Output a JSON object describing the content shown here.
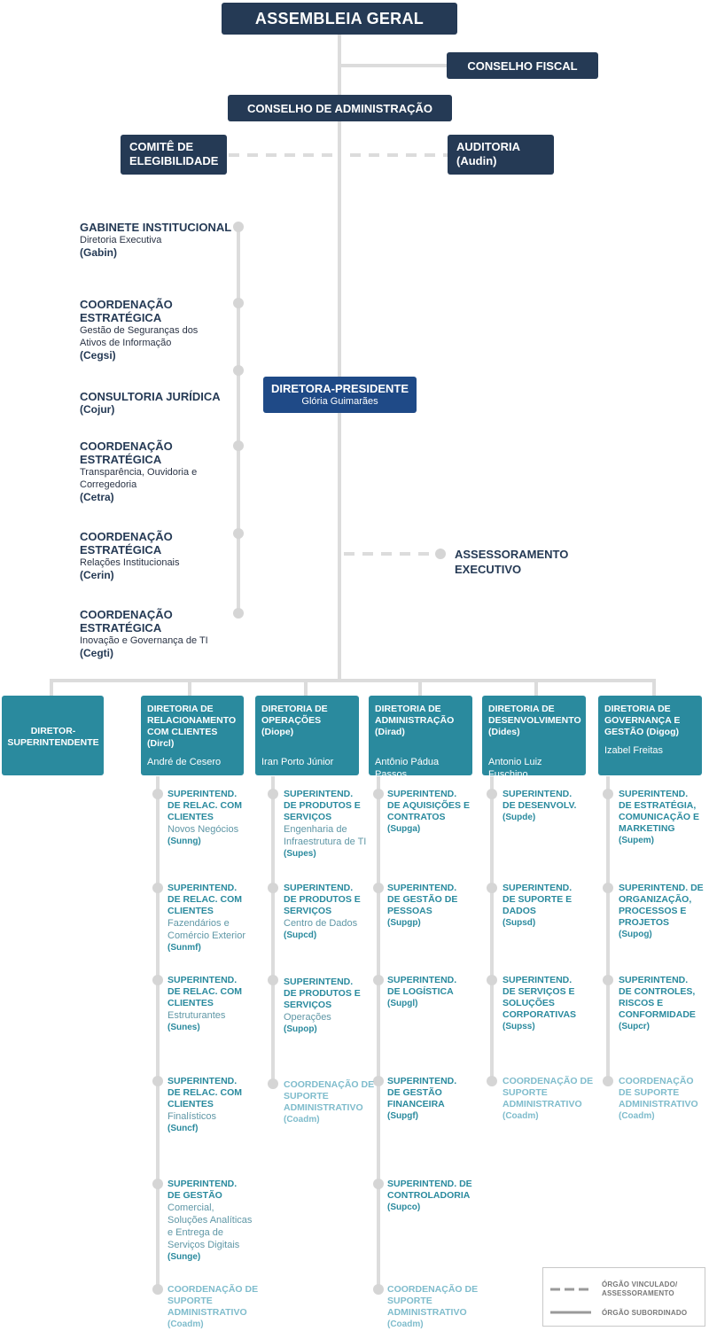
{
  "top": {
    "assembleia": "ASSEMBLEIA GERAL",
    "conselho_fiscal": "CONSELHO FISCAL",
    "conselho_adm": "CONSELHO DE ADMINISTRAÇÃO",
    "comite": "COMITÊ DE ELEGIBILIDADE",
    "auditoria": "AUDITORIA (Audin)"
  },
  "president": {
    "title": "DIRETORA-PRESIDENTE",
    "name": "Glória Guimarães"
  },
  "side_units": [
    {
      "title": "GABINETE INSTITUCIONAL",
      "subtitle": "Diretoria Executiva",
      "acronym": "(Gabin)"
    },
    {
      "title": "COORDENAÇÃO ESTRATÉGICA",
      "subtitle": "Gestão de Seguranças dos Ativos de Informação",
      "acronym": "(Cegsi)"
    },
    {
      "title": "CONSULTORIA JURÍDICA",
      "subtitle": "",
      "acronym": "(Cojur)"
    },
    {
      "title": "COORDENAÇÃO ESTRATÉGICA",
      "subtitle": "Transparência, Ouvidoria e Corregedoria",
      "acronym": "(Cetra)"
    },
    {
      "title": "COORDENAÇÃO ESTRATÉGICA",
      "subtitle": "Relações Institucionais",
      "acronym": "(Cerin)"
    },
    {
      "title": "COORDENAÇÃO ESTRATÉGICA",
      "subtitle": "Inovação e Governança de TI",
      "acronym": "(Cegti)"
    }
  ],
  "assessoramento": "ASSESSORAMENTO EXECUTIVO",
  "diretor_superintendente": "DIRETOR-SUPERINTENDENTE",
  "directorates": [
    {
      "title": "DIRETORIA DE RELACIONAMENTO COM CLIENTES (Dircl)",
      "person": "André de Cesero",
      "units": [
        {
          "title": "SUPERINTEND. DE RELAC. COM CLIENTES",
          "subtitle": "Novos Negócios",
          "acronym": "(Sunng)"
        },
        {
          "title": "SUPERINTEND. DE RELAC. COM CLIENTES",
          "subtitle": "Fazendários e Comércio Exterior",
          "acronym": "(Sunmf)"
        },
        {
          "title": "SUPERINTEND. DE RELAC. COM CLIENTES",
          "subtitle": "Estruturantes",
          "acronym": "(Sunes)"
        },
        {
          "title": "SUPERINTEND. DE RELAC. COM CLIENTES",
          "subtitle": "Finalísticos",
          "acronym": "(Suncf)"
        },
        {
          "title": "SUPERINTEND. DE GESTÃO",
          "subtitle": "Comercial, Soluções Analíticas e Entrega de Serviços Digitais",
          "acronym": "(Sunge)"
        },
        {
          "title": "COORDENAÇÃO DE SUPORTE ADMINISTRATIVO",
          "subtitle": "",
          "acronym": "(Coadm)",
          "light": true
        }
      ]
    },
    {
      "title": "DIRETORIA DE OPERAÇÕES (Diope)",
      "person": "Iran Porto Júnior",
      "units": [
        {
          "title": "SUPERINTEND. DE PRODUTOS E SERVIÇOS",
          "subtitle": "Engenharia de Infraestrutura de TI",
          "acronym": "(Supes)"
        },
        {
          "title": "SUPERINTEND. DE PRODUTOS E SERVIÇOS",
          "subtitle": "Centro de Dados",
          "acronym": "(Supcd)"
        },
        {
          "title": "SUPERINTEND. DE PRODUTOS E SERVIÇOS",
          "subtitle": "Operações",
          "acronym": "(Supop)"
        },
        {
          "title": "COORDENAÇÃO DE SUPORTE ADMINISTRATIVO",
          "subtitle": "",
          "acronym": "(Coadm)",
          "light": true
        }
      ]
    },
    {
      "title": "DIRETORIA DE ADMINISTRAÇÃO (Dirad)",
      "person": "Antônio Pádua Passos",
      "units": [
        {
          "title": "SUPERINTEND. DE AQUISIÇÕES E CONTRATOS",
          "subtitle": "",
          "acronym": "(Supga)"
        },
        {
          "title": "SUPERINTEND. DE GESTÃO DE PESSOAS",
          "subtitle": "",
          "acronym": "(Supgp)"
        },
        {
          "title": "SUPERINTEND. DE LOGÍSTICA",
          "subtitle": "",
          "acronym": "(Supgl)"
        },
        {
          "title": "SUPERINTEND. DE GESTÃO FINANCEIRA",
          "subtitle": "",
          "acronym": "(Supgf)"
        },
        {
          "title": "SUPERINTEND. DE CONTROLADORIA",
          "subtitle": "",
          "acronym": "(Supco)"
        },
        {
          "title": "COORDENAÇÃO DE SUPORTE ADMINISTRATIVO",
          "subtitle": "",
          "acronym": "(Coadm)",
          "light": true
        }
      ]
    },
    {
      "title": "DIRETORIA DE DESENVOLVIMENTO (Dides)",
      "person": "Antonio Luiz Fuschino",
      "units": [
        {
          "title": "SUPERINTEND. DE DESENVOLV.",
          "subtitle": "",
          "acronym": "(Supde)"
        },
        {
          "title": "SUPERINTEND. DE SUPORTE E DADOS",
          "subtitle": "",
          "acronym": "(Supsd)"
        },
        {
          "title": "SUPERINTEND. DE SERVIÇOS E SOLUÇÕES CORPORATIVAS",
          "subtitle": "",
          "acronym": "(Supss)"
        },
        {
          "title": "COORDENAÇÃO DE SUPORTE ADMINISTRATIVO",
          "subtitle": "",
          "acronym": "(Coadm)",
          "light": true
        }
      ]
    },
    {
      "title": "DIRETORIA DE GOVERNANÇA E GESTÃO (Digog)",
      "person": "Izabel Freitas",
      "units": [
        {
          "title": "SUPERINTEND. DE ESTRATÉGIA, COMUNICAÇÃO E MARKETING",
          "subtitle": "",
          "acronym": "(Supem)"
        },
        {
          "title": "SUPERINTEND. DE ORGANIZAÇÃO, PROCESSOS E PROJETOS",
          "subtitle": "",
          "acronym": "(Supog)"
        },
        {
          "title": "SUPERINTEND. DE CONTROLES, RISCOS E CONFORMIDADE",
          "subtitle": "",
          "acronym": "(Supcr)"
        },
        {
          "title": "COORDENAÇÃO DE SUPORTE ADMINISTRATIVO",
          "subtitle": "",
          "acronym": "(Coadm)",
          "light": true
        }
      ]
    }
  ],
  "legend": {
    "dashed": "ÓRGÃO VINCULADO/ ASSESSORAMENTO",
    "solid": "ÓRGÃO SUBORDINADO"
  },
  "colors": {
    "dark_navy": "#253a55",
    "president_blue": "#1f4a87",
    "teal": "#2a8a9e",
    "light_teal": "#7fbccc",
    "line_gray": "#d9d9d9"
  }
}
